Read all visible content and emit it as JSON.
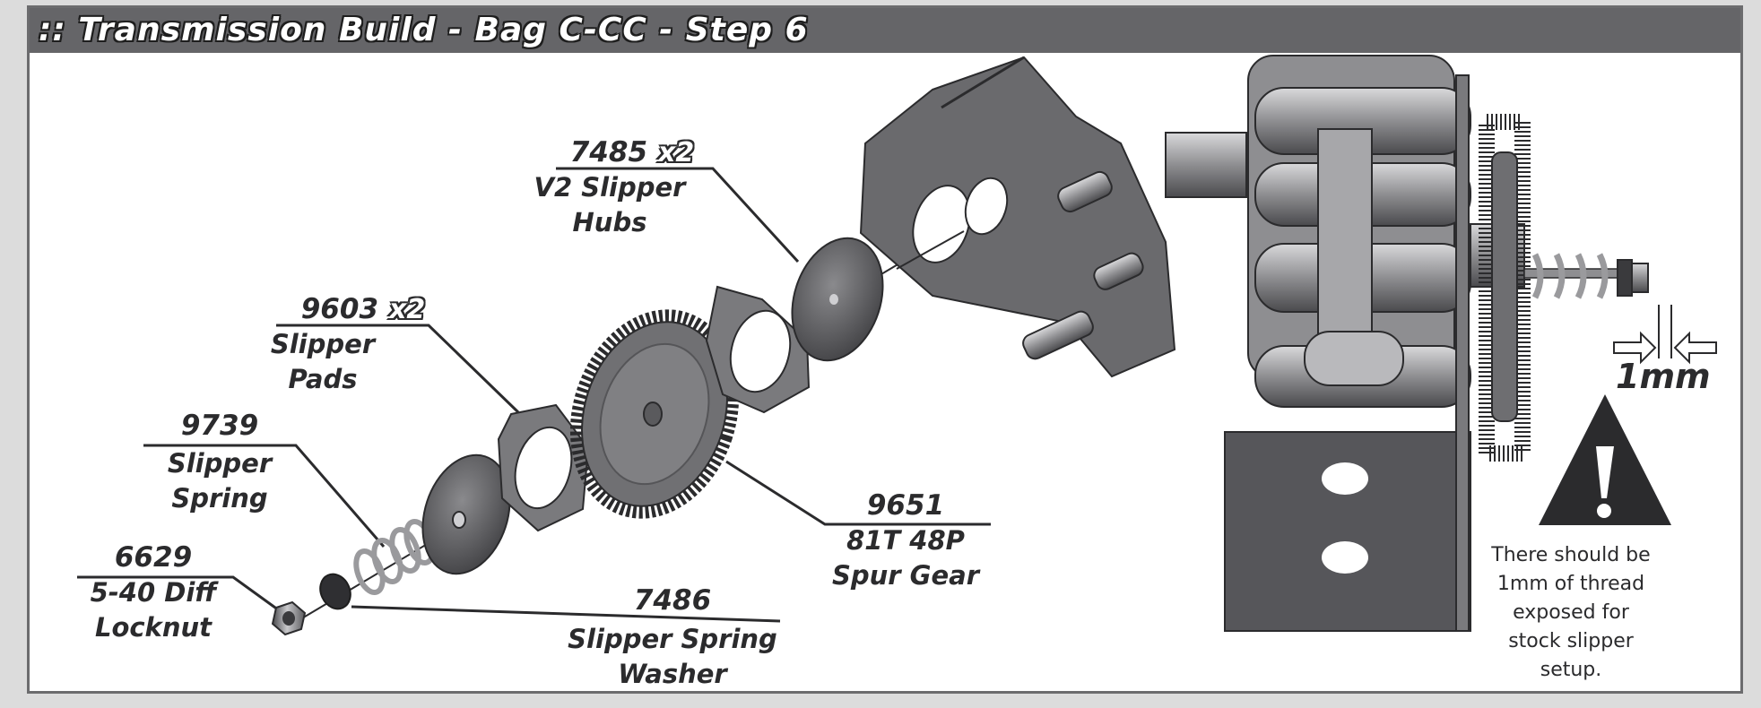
{
  "header": {
    "title": ":: Transmission Build - Bag C-CC - Step 6"
  },
  "parts": [
    {
      "number": "7485",
      "qty": "x2",
      "name_lines": [
        "V2 Slipper",
        "Hubs"
      ]
    },
    {
      "number": "9603",
      "qty": "x2",
      "name_lines": [
        "Slipper",
        "Pads"
      ]
    },
    {
      "number": "9739",
      "qty": "",
      "name_lines": [
        "Slipper",
        "Spring"
      ]
    },
    {
      "number": "6629",
      "qty": "",
      "name_lines": [
        "5-40 Diff",
        "Locknut"
      ]
    },
    {
      "number": "7486",
      "qty": "",
      "name_lines": [
        "Slipper Spring",
        "Washer"
      ]
    },
    {
      "number": "9651",
      "qty": "",
      "name_lines": [
        "81T 48P",
        "Spur Gear"
      ]
    }
  ],
  "detail": {
    "measurement": "1mm",
    "warning_icon": "warning-triangle-icon",
    "note_lines": [
      "There should be",
      "1mm of thread",
      "exposed for",
      "stock slipper",
      "setup."
    ]
  },
  "colors": {
    "title_bar": "#656568",
    "frame": "#6c6c6e",
    "ink": "#2b2b2d",
    "part_gray": "#6e6e71"
  }
}
